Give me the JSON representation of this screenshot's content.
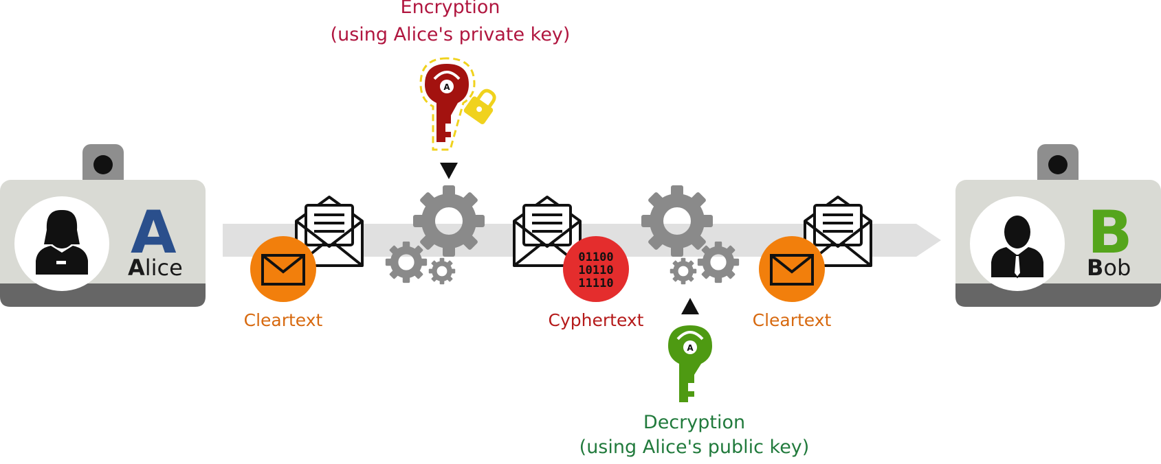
{
  "encryption": {
    "title": "Encryption",
    "subtitle": "(using Alice's private key)"
  },
  "decryption": {
    "title": "Decryption",
    "subtitle": "(using Alice's public key)"
  },
  "alice": {
    "letter": "A",
    "name_initial": "A",
    "name_rest": "lice"
  },
  "bob": {
    "letter": "B",
    "name_initial": "B",
    "name_rest": "ob"
  },
  "labels": {
    "cleartext_left": "Cleartext",
    "cyphertext": "Cyphertext",
    "cleartext_right": "Cleartext"
  },
  "key_letter": "A",
  "binary_lines": [
    "01100",
    "10110",
    "11110"
  ],
  "colors": {
    "encryption_text": "#b0163f",
    "decryption_text": "#217a3c",
    "cleartext": "#d7690f",
    "cyphertext_circle": "#e42d2d",
    "cleartext_circle": "#f27f0c",
    "private_key": "#a3120f",
    "public_key": "#4e9a12",
    "lock": "#f0d21d",
    "alice_letter": "#2a4f8c",
    "bob_letter": "#55a51c",
    "gear": "#8a8a8a",
    "badge": "#d9dad4",
    "badge_band": "#666666"
  }
}
